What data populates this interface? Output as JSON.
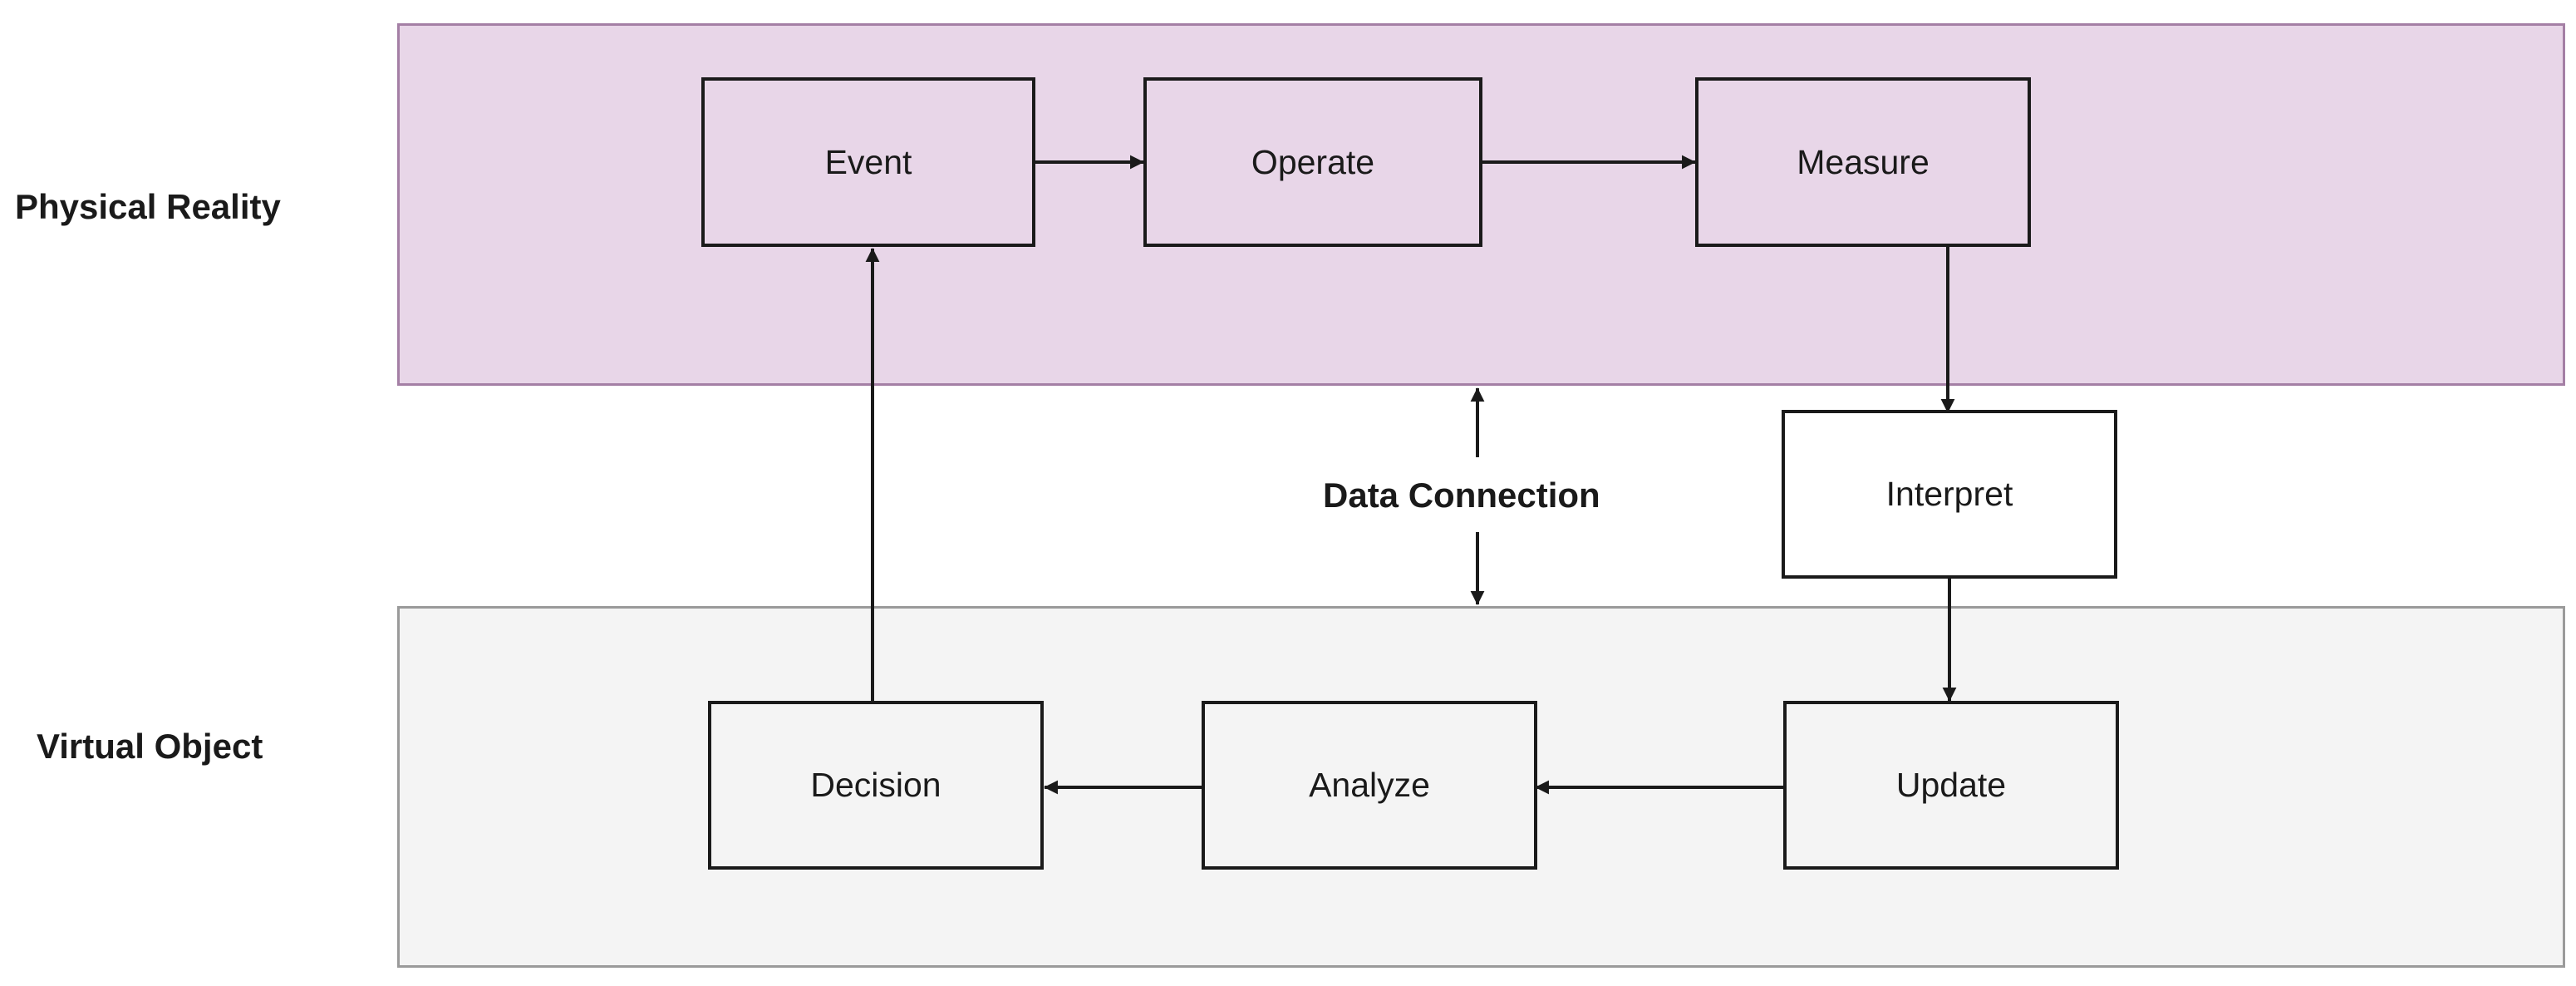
{
  "rows": {
    "physical_label": "Physical Reality",
    "virtual_label": "Virtual Object"
  },
  "connection_label": "Data Connection",
  "nodes": {
    "event": "Event",
    "operate": "Operate",
    "measure": "Measure",
    "interpret": "Interpret",
    "update": "Update",
    "analyze": "Analyze",
    "decision": "Decision"
  },
  "colors": {
    "physical_fill": "#e8d6e8",
    "physical_border": "#a47fa5",
    "virtual_fill": "#f4f4f4",
    "virtual_border": "#9a9a9a",
    "line": "#1a1a1a"
  }
}
